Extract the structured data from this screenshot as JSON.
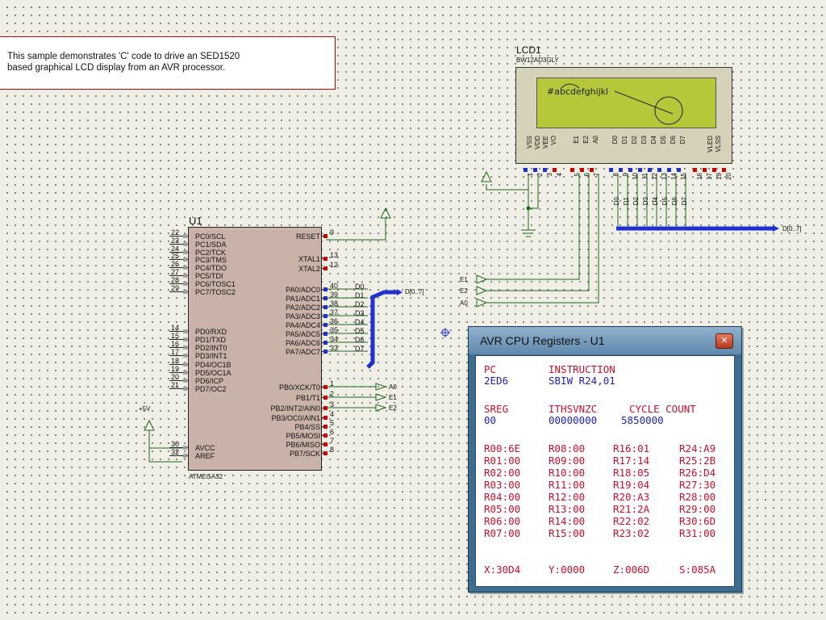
{
  "note": {
    "line1": "This sample demonstrates 'C' code to drive an SED1520",
    "line2": "based graphical LCD display from an AVR processor."
  },
  "lcd": {
    "ref": "LCD1",
    "part": "BW12AD3GLY",
    "screen_text": "#abcdefghijkl",
    "pin_labels": [
      "VSS",
      "VDD",
      "VEE",
      "VO",
      "E1",
      "E2",
      "A0",
      "D0",
      "D1",
      "D2",
      "D3",
      "D4",
      "D5",
      "D6",
      "D7",
      "VLED",
      "VLSS"
    ],
    "pin_numbers": [
      "1",
      "2",
      "3",
      "4",
      "5",
      "6",
      "7",
      "8",
      "9",
      "10",
      "11",
      "12",
      "13",
      "14",
      "15",
      "16",
      "17",
      "19",
      "20"
    ],
    "bus_labels": [
      "D0",
      "D1",
      "D2",
      "D3",
      "D4",
      "D5",
      "D6",
      "D7"
    ],
    "bus_out": "D[0..7]"
  },
  "mcu": {
    "ref": "U1",
    "part": "ATMEGA32",
    "left_pins": [
      {
        "num": "22",
        "name": "PC0/SCL"
      },
      {
        "num": "23",
        "name": "PC1/SDA"
      },
      {
        "num": "24",
        "name": "PC2/TCK"
      },
      {
        "num": "25",
        "name": "PC3/TMS"
      },
      {
        "num": "26",
        "name": "PC4/TDO"
      },
      {
        "num": "27",
        "name": "PC5/TDI"
      },
      {
        "num": "28",
        "name": "PC6/TOSC1"
      },
      {
        "num": "29",
        "name": "PC7/TOSC2"
      },
      {
        "num": "14",
        "name": "PD0/RXD"
      },
      {
        "num": "15",
        "name": "PD1/TXD"
      },
      {
        "num": "16",
        "name": "PD2/INT0"
      },
      {
        "num": "17",
        "name": "PD3/INT1"
      },
      {
        "num": "18",
        "name": "PD4/OC1B"
      },
      {
        "num": "19",
        "name": "PD5/OC1A"
      },
      {
        "num": "20",
        "name": "PD6/ICP"
      },
      {
        "num": "21",
        "name": "PD7/OC2"
      },
      {
        "num": "30",
        "name": "AVCC"
      },
      {
        "num": "32",
        "name": "AREF"
      }
    ],
    "right_pins": [
      {
        "num": "9",
        "name": "RESET"
      },
      {
        "num": "13",
        "name": "XTAL1"
      },
      {
        "num": "12",
        "name": "XTAL2"
      },
      {
        "num": "40",
        "name": "PA0/ADC0",
        "bus": "D0"
      },
      {
        "num": "39",
        "name": "PA1/ADC1",
        "bus": "D1"
      },
      {
        "num": "38",
        "name": "PA2/ADC2",
        "bus": "D2"
      },
      {
        "num": "37",
        "name": "PA3/ADC3",
        "bus": "D3"
      },
      {
        "num": "36",
        "name": "PA4/ADC4",
        "bus": "D4"
      },
      {
        "num": "35",
        "name": "PA5/ADC5",
        "bus": "D5"
      },
      {
        "num": "34",
        "name": "PA6/ADC6",
        "bus": "D6"
      },
      {
        "num": "33",
        "name": "PA7/ADC7",
        "bus": "D7"
      },
      {
        "num": "1",
        "name": "PB0/XCK/T0",
        "bus": "A0"
      },
      {
        "num": "2",
        "name": "PB1/T1",
        "bus": "E1"
      },
      {
        "num": "3",
        "name": "PB2/INT2/AIN0",
        "bus": "E2"
      },
      {
        "num": "4",
        "name": "PB3/OC0/AIN1"
      },
      {
        "num": "5",
        "name": "PB4/SS"
      },
      {
        "num": "6",
        "name": "PB5/MOSI"
      },
      {
        "num": "7",
        "name": "PB6/MISO"
      },
      {
        "num": "8",
        "name": "PB7/SCK"
      }
    ],
    "bus_out": "D[0..7]",
    "supply": "+5V"
  },
  "nets": {
    "e1": "E1",
    "e2": "E2",
    "a0": "A0"
  },
  "registers": {
    "window_title": "AVR CPU Registers - U1",
    "close_glyph": "✕",
    "pc_label": "PC",
    "pc_value": "2ED6",
    "instr_label": "INSTRUCTION",
    "instr_value": "SBIW R24,01",
    "sreg_label": "SREG",
    "flags_label": "ITHSVNZC",
    "cycle_label": "CYCLE COUNT",
    "sreg_value": "00",
    "flags_value": "00000000",
    "cycle_value": "5850000",
    "rows": [
      [
        "R00:6E",
        "R08:00",
        "R16:01",
        "R24:A9"
      ],
      [
        "R01:00",
        "R09:00",
        "R17:14",
        "R25:2B"
      ],
      [
        "R02:00",
        "R10:00",
        "R18:05",
        "R26:D4"
      ],
      [
        "R03:00",
        "R11:00",
        "R19:04",
        "R27:30"
      ],
      [
        "R04:00",
        "R12:00",
        "R20:A3",
        "R28:00"
      ],
      [
        "R05:00",
        "R13:00",
        "R21:2A",
        "R29:00"
      ],
      [
        "R06:00",
        "R14:00",
        "R22:02",
        "R30:6D"
      ],
      [
        "R07:00",
        "R15:00",
        "R23:02",
        "R31:00"
      ]
    ],
    "pointers": [
      {
        "label": "X:",
        "value": "30D4"
      },
      {
        "label": "Y:",
        "value": "0000"
      },
      {
        "label": "Z:",
        "value": "006D"
      },
      {
        "label": "S:",
        "value": "085A"
      }
    ]
  },
  "colors": {
    "wire": "#1e6a1e",
    "bus": "#1f2fd0",
    "chip": "#c9b3a8",
    "pin_red": "#d00000",
    "pin_blue": "#1f2fd0",
    "lcd_screen": "#b6c83a"
  }
}
